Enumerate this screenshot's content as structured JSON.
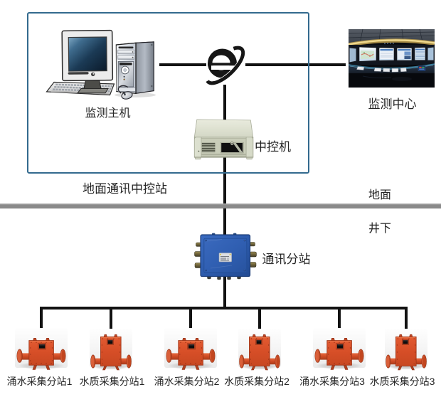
{
  "ground_station": {
    "label": "地面通讯中控站",
    "host_label": "监测主机",
    "controller_label": "中控机"
  },
  "network_icon": "internet-e-icon",
  "monitoring_center": {
    "label": "监测中心"
  },
  "zone": {
    "surface_label": "地面",
    "underground_label": "井下"
  },
  "substation": {
    "label": "通讯分站"
  },
  "devices": [
    {
      "label": "涌水采集分站1",
      "type": "flow-collector"
    },
    {
      "label": "水质采集分站1",
      "type": "quality-collector"
    },
    {
      "label": "涌水采集分站2",
      "type": "flow-collector"
    },
    {
      "label": "水质采集分站2",
      "type": "quality-collector"
    },
    {
      "label": "涌水采集分站3",
      "type": "flow-collector"
    },
    {
      "label": "水质采集分站3",
      "type": "quality-collector"
    }
  ],
  "colors": {
    "ground_box_border": "#336a8e",
    "connector_line": "#121212",
    "surface_divider": "#8a8a8a",
    "device_orange": "#d85029",
    "substation_blue": "#2e5fae",
    "server_beige": "#ccd0bd"
  }
}
